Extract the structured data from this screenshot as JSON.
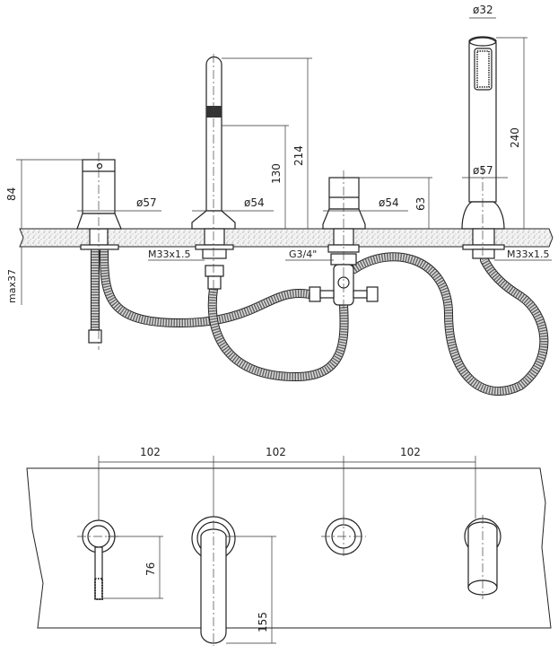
{
  "side_view": {
    "dims": {
      "h_lever": "84",
      "max_below": "max37",
      "d_lever": "ø57",
      "h_spout_outlet": "130",
      "h_spout": "214",
      "d_spout": "ø54",
      "thread_spout": "M33x1.5",
      "thread_diverter": "G3/4\"",
      "d_diverter": "ø54",
      "h_diverter": "63",
      "d_handshower": "ø32",
      "h_handshower": "240",
      "d_holder": "ø57",
      "thread_holder": "M33x1.5"
    }
  },
  "top_view": {
    "spacing": [
      "102",
      "102",
      "102"
    ],
    "lever_length": "76",
    "spout_reach": "155"
  }
}
